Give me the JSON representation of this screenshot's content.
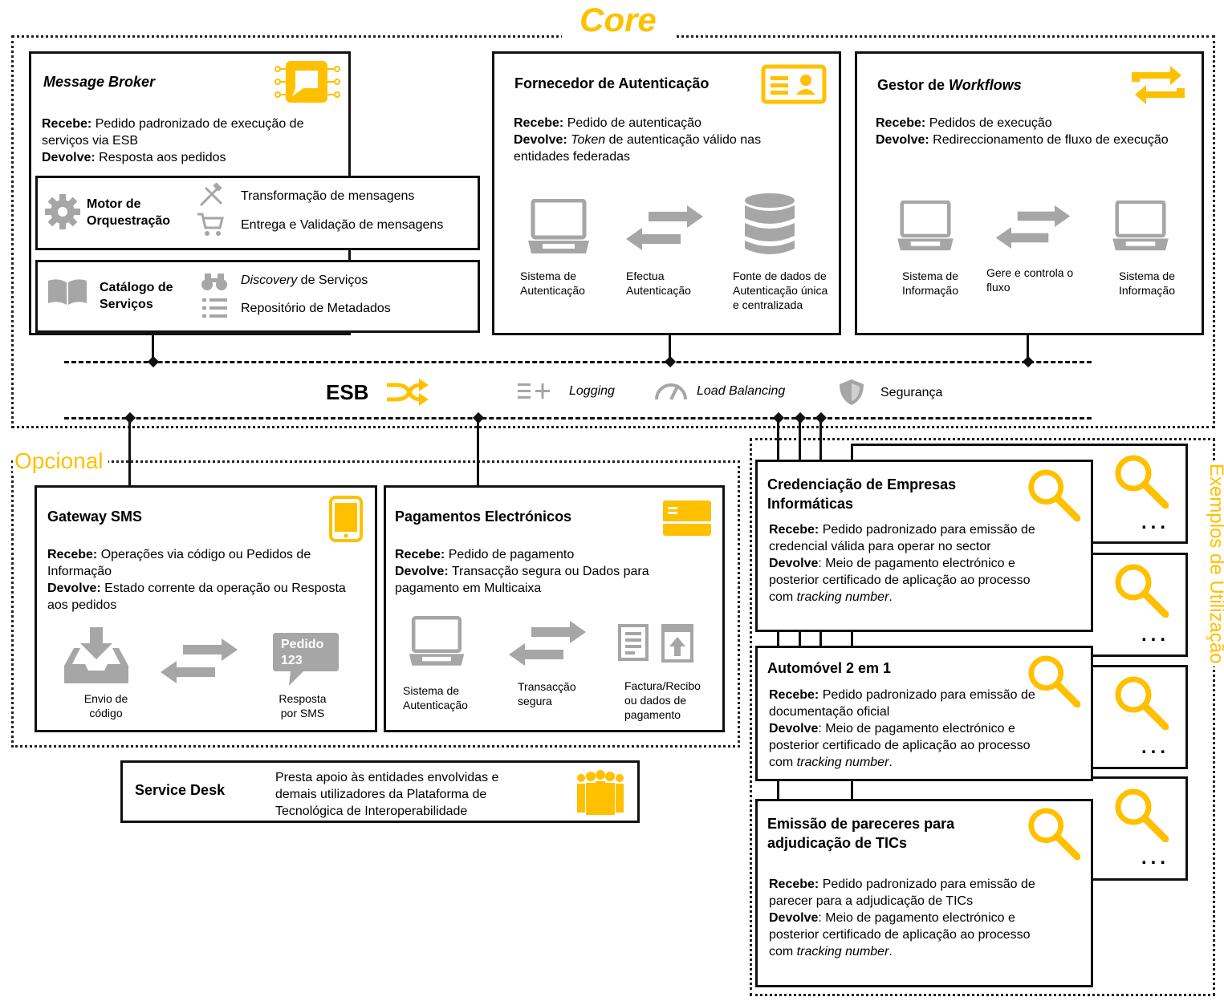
{
  "labels": {
    "core": "Core",
    "opcional": "Opcional",
    "exemplos": "Exemplos de Utilização",
    "recebe": "Recebe:",
    "devolve": "Devolve:"
  },
  "message_broker": {
    "title": "Message Broker",
    "recebe": "Pedido padronizado de execução de serviços via ESB",
    "devolve": "Resposta aos pedidos",
    "motor": {
      "label": "Motor de Orquestração",
      "items": [
        "Transformação de mensagens",
        "Entrega e Validação de mensagens"
      ]
    },
    "catalogo": {
      "label": "Catálogo de Serviços",
      "items": [
        "Discovery de Serviços",
        "Repositório de Metadados"
      ],
      "discovery_em": "Discovery",
      "discovery_rest": " de Serviços"
    }
  },
  "autenticacao": {
    "title": "Fornecedor de Autenticação",
    "recebe": "Pedido de autenticação",
    "devolve_em": "Token",
    "devolve": " de autenticação válido nas entidades federadas",
    "captions": [
      "Sistema de Autenticação",
      "Efectua Autenticação",
      "Fonte de dados de Autenticação única e centralizada"
    ]
  },
  "workflows": {
    "title_prefix": "Gestor de ",
    "title_em": "Workflows",
    "recebe": "Pedidos de execução",
    "devolve": "Redireccionamento de fluxo de execução",
    "captions": [
      "Sistema de Informação",
      "Gere e controla o fluxo",
      "Sistema de Informação"
    ]
  },
  "esb": {
    "label": "ESB",
    "features": [
      "Logging",
      "Load Balancing",
      "Segurança"
    ]
  },
  "gateway_sms": {
    "title": "Gateway SMS",
    "recebe": "Operações via código ou Pedidos de Informação",
    "devolve": "Estado corrente da operação ou Resposta aos pedidos",
    "bubble_line1": "Pedido",
    "bubble_line2": "123",
    "captions": [
      "Envio de código",
      "Resposta por SMS"
    ]
  },
  "pagamentos": {
    "title": "Pagamentos Electrónicos",
    "recebe": "Pedido de pagamento",
    "devolve": "Transacção segura ou Dados para pagamento em Multicaixa",
    "captions": [
      "Sistema de Autenticação",
      "Transacção segura",
      "Factura/Recibo ou dados de pagamento"
    ]
  },
  "service_desk": {
    "title": "Service Desk",
    "text": "Presta apoio às entidades envolvidas e demais utilizadores da Plataforma de Tecnológica de Interoperabilidade"
  },
  "exemplos": {
    "ellipsis": "...",
    "items": [
      {
        "title": "Credenciação de Empresas Informáticas",
        "recebe": "Pedido  padronizado para emissão de credencial válida para operar no sector",
        "devolve_label": "Devolve",
        "devolve": ": Meio de pagamento electrónico e posterior certificado de aplicação ao processo com ",
        "devolve_em": "tracking number",
        "end": "."
      },
      {
        "title": "Automóvel 2 em 1",
        "recebe": "Pedido  padronizado para emissão de documentação oficial",
        "devolve_label": "Devolve",
        "devolve": ": Meio de pagamento electrónico e posterior certificado de aplicação ao processo com ",
        "devolve_em": "tracking number",
        "end": "."
      },
      {
        "title": "Emissão de pareceres para adjudicação de TICs",
        "recebe": "Pedido  padronizado para emissão de parecer para a adjudicação de TICs",
        "devolve_label": "Devolve",
        "devolve": ": Meio de pagamento electrónico e posterior certificado de aplicação ao processo com ",
        "devolve_em": "tracking number",
        "end": "."
      }
    ]
  },
  "colors": {
    "accent": "#FFC000",
    "icon_gray": "#A6A6A6",
    "border": "#111111"
  }
}
